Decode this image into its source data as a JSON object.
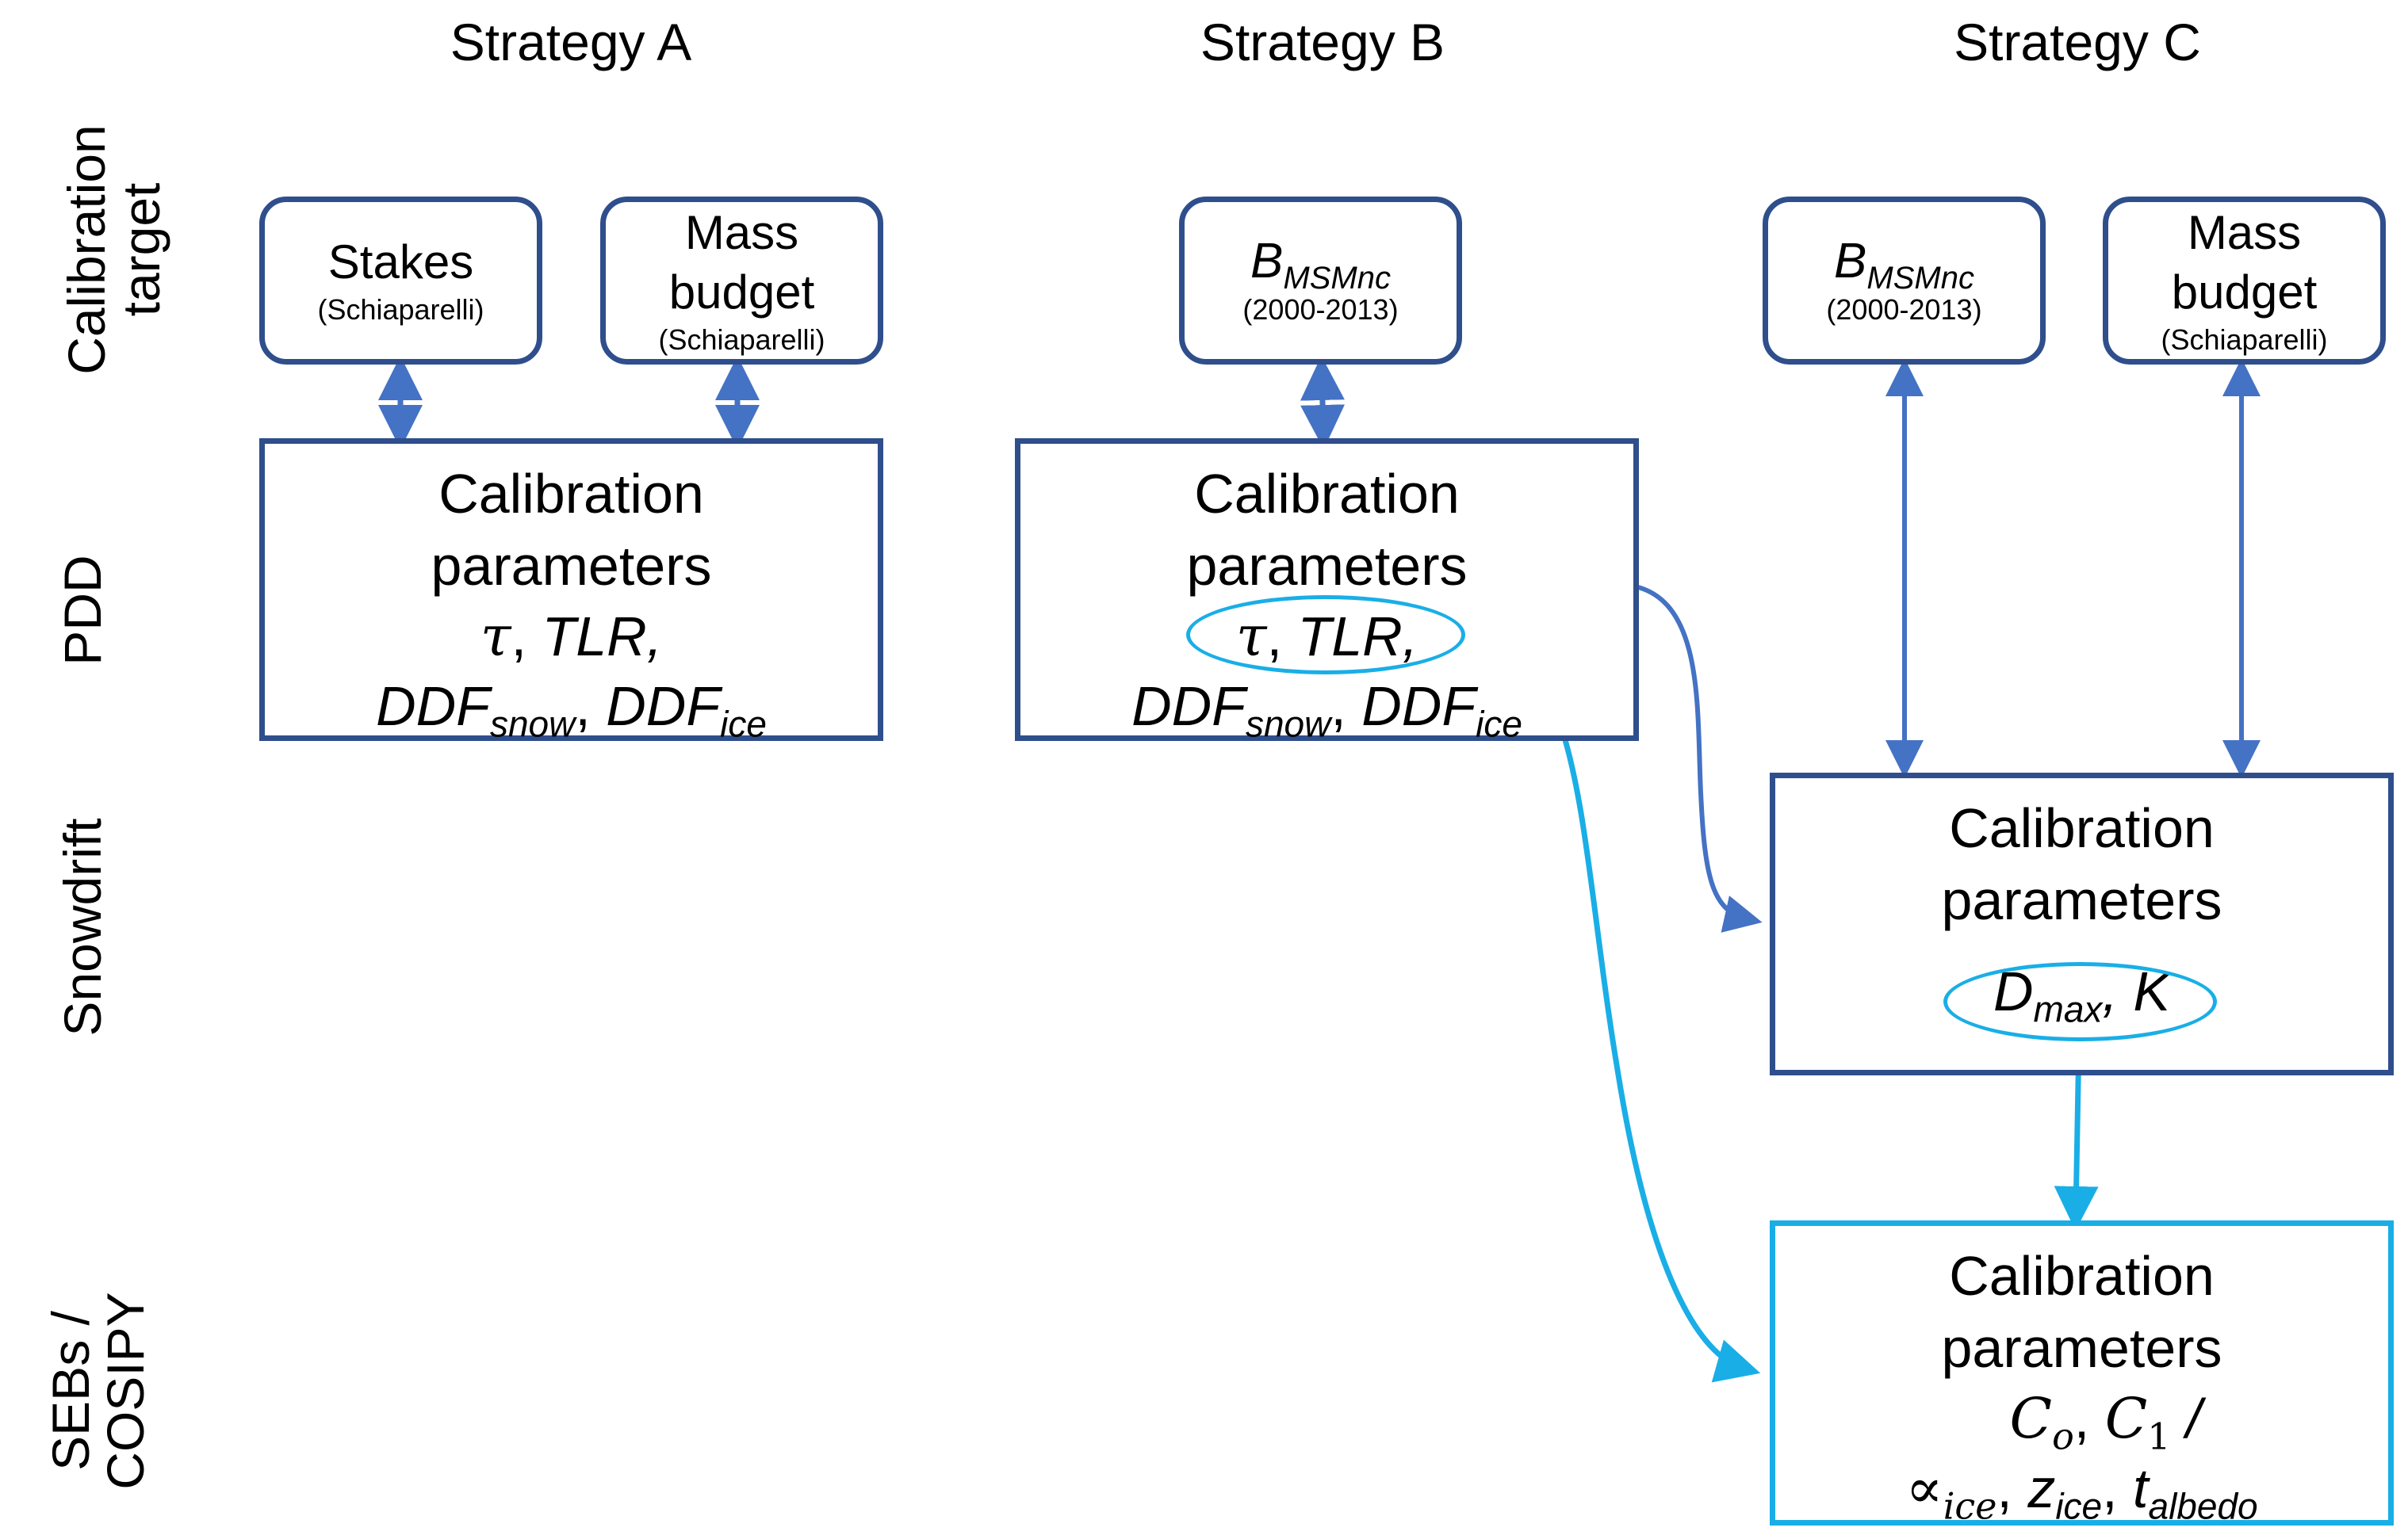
{
  "columns": {
    "a": "Strategy A",
    "b": "Strategy B",
    "c": "Strategy C"
  },
  "rows": {
    "target": {
      "line1": "Calibration",
      "line2": "target"
    },
    "pdd": "PDD",
    "snowdrift": "Snowdrift",
    "seb": {
      "line1": "SEBs /",
      "line2": "COSIPY"
    }
  },
  "targets": {
    "stakes": {
      "title": "Stakes",
      "source": "(Schiaparelli)"
    },
    "mass_budget_a": {
      "line1": "Mass",
      "line2": "budget",
      "source": "(Schiaparelli)"
    },
    "bmsmnc_b": {
      "symbol": "B",
      "subscript": "MSMnc",
      "period": "(2000-2013)"
    },
    "bmsmnc_c": {
      "symbol": "B",
      "subscript": "MSMnc",
      "period": "(2000-2013)"
    },
    "mass_budget_c": {
      "line1": "Mass",
      "line2": "budget",
      "source": "(Schiaparelli)"
    }
  },
  "boxes": {
    "title_line1": "Calibration",
    "title_line2": "parameters",
    "pdd_params": {
      "tau": "τ",
      "sep": ", ",
      "tlr": "TLR,",
      "ddf": "DDF",
      "snow": "snow",
      "ice": "ice"
    },
    "snowdrift_params": {
      "d": "D",
      "max": "max",
      "k": ", K"
    },
    "seb_params": {
      "c": "C",
      "o": "o",
      "one": "1",
      "slash": " /",
      "alpha": "∝",
      "ice": "ice",
      "z": "z",
      "t": "t",
      "albedo": "albedo",
      "comma": ", "
    }
  },
  "colors": {
    "box_border": "#2f4e8c",
    "arrow_blue": "#4472c4",
    "highlight_cyan": "#1aaee6"
  }
}
